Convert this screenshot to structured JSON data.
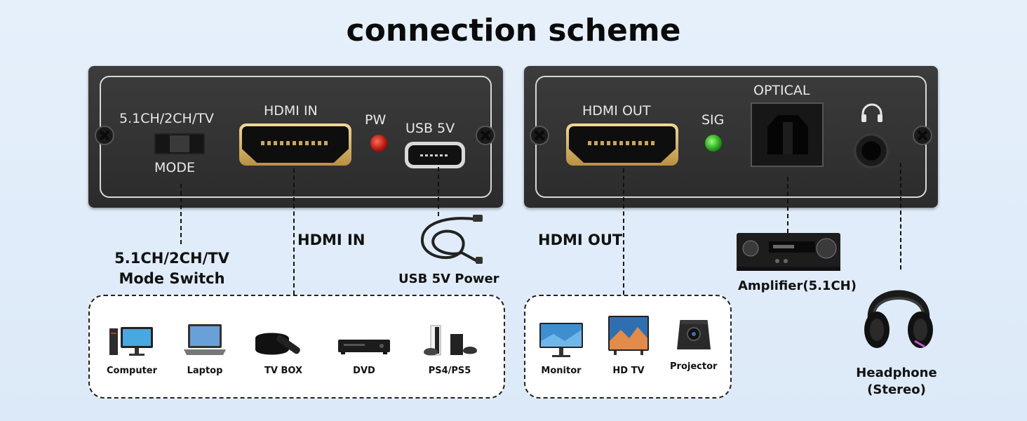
{
  "title": "connection scheme",
  "left_panel": {
    "mode_label_top": "5.1CH/2CH/TV",
    "mode_label_bottom": "MODE",
    "hdmi_in_label": "HDMI IN",
    "pw_label": "PW",
    "usb_label": "USB 5V"
  },
  "right_panel": {
    "hdmi_out_label": "HDMI OUT",
    "sig_label": "SIG",
    "optical_label": "OPTICAL",
    "headphone_icon": "headphone-icon"
  },
  "callouts": {
    "mode_switch_line1": "5.1CH/2CH/TV",
    "mode_switch_line2": "Mode Switch",
    "hdmi_in": "HDMI IN",
    "usb_power": "USB 5V Power",
    "hdmi_out": "HDMI OUT",
    "amplifier": "Amplifier(5.1CH)",
    "headphone_line1": "Headphone",
    "headphone_line2": "(Stereo)"
  },
  "sources": [
    {
      "label": "Computer",
      "icon": "computer-icon"
    },
    {
      "label": "Laptop",
      "icon": "laptop-icon"
    },
    {
      "label": "TV BOX",
      "icon": "tv-box-icon"
    },
    {
      "label": "DVD",
      "icon": "dvd-icon"
    },
    {
      "label": "PS4/PS5",
      "icon": "game-console-icon"
    }
  ],
  "displays": [
    {
      "label": "Monitor",
      "icon": "monitor-icon"
    },
    {
      "label": "HD TV",
      "icon": "tv-icon"
    },
    {
      "label": "Projector",
      "icon": "projector-icon"
    }
  ],
  "colors": {
    "panel": "#333333",
    "hdmi_gold": "#d9b86a",
    "pw_led": "#d0241a",
    "sig_led": "#2cb81f"
  }
}
